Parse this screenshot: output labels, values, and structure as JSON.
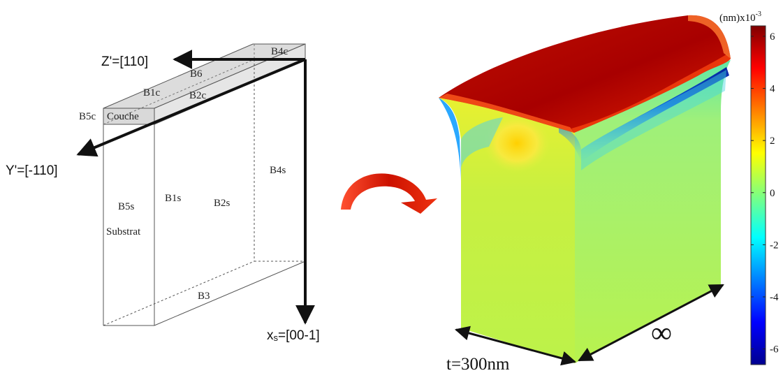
{
  "schematic": {
    "axes": {
      "z_label": "Z'=[110]",
      "y_label": "Y'=[-110]",
      "x_label_main": "x",
      "x_label_sub": "s",
      "x_label_rest": "=[00-1]"
    },
    "faces": {
      "b4c": "B4c",
      "b6": "B6",
      "b1c": "B1c",
      "b2c": "B2c",
      "b5c": "B5c",
      "couche": "Couche",
      "b4s": "B4s",
      "b1s": "B1s",
      "b2s": "B2s",
      "b5s": "B5s",
      "substrat": "Substrat",
      "b3": "B3"
    }
  },
  "result": {
    "thickness_label": "t=300nm",
    "infinity_label": "∞"
  },
  "colorbar": {
    "unit_prefix": "(nm)x10",
    "unit_exponent": "-3",
    "ticks": [
      "6",
      "4",
      "2",
      "0",
      "-2",
      "-4",
      "-6"
    ],
    "range": [
      -6.6,
      6.4
    ]
  },
  "colors": {
    "arrow_red": "#cc1100",
    "top_red": "#b00000",
    "face_green": "#bff047",
    "edge_blue": "#001a9c"
  }
}
